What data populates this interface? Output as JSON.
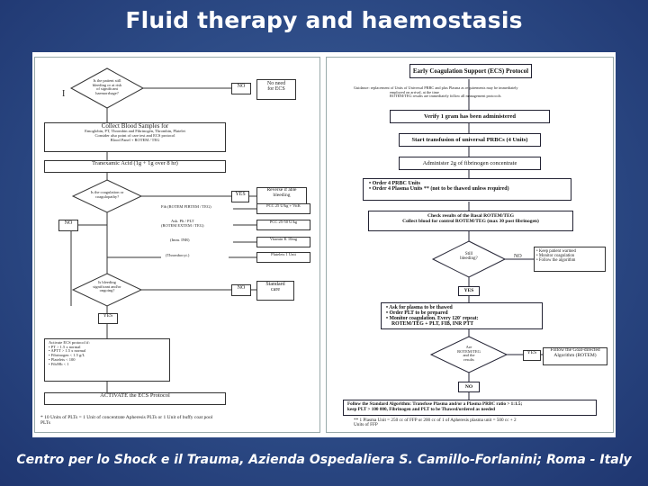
{
  "slide": {
    "title": "Fluid therapy and haemostasis",
    "footer": "Centro per lo Shock e il Trauma, Azienda Ospedaliera S. Camillo-Forlanini; Roma - Italy"
  },
  "left_flow": {
    "marker": "I",
    "d1_l1": "Is the patient still",
    "d1_l2": "bleeding or at risk",
    "d1_l3": "of significant",
    "d1_l4": "haemorrhage?",
    "no1": "NO",
    "no1_action_l1": "No need",
    "no1_action_l2": "for ECS",
    "collect_title": "Collect Blood Samples for",
    "collect_l1": "Emoglobin, PT, Thrombin and Fibrinogen, Thrombin, Platelet",
    "collect_l2": "Consider also point of care test and ECS protocol",
    "collect_l3": "Blood Panel + ROTEM / TEG",
    "tranexamic": "Tranexamic Acid (1g + 1g over 8 hr)",
    "d2_l1": "Is the coagulation or",
    "d2_l2": "coagulopathy?",
    "yes2": "YES",
    "yes2_action_l1": "Reverse if able",
    "yes2_action_l2": "bleeding",
    "r_fibtem": "Fib (ROTEM FIBTEM / TEG)",
    "r_fibtem_action": "PCC 25 U/kg + VitK",
    "no2": "NO",
    "r_extem": "Ask. Plt / PLT",
    "r_extem2": "(ROTEM EXTEM / TEG)",
    "r_extem_action": "PCC 25-50 U/kg",
    "r_inr": "(Imm. INR)",
    "r_inr_action": "Vitamin K 10mg",
    "r_hypo": "(Thrombocyt.)",
    "r_hypo_action": "Platelets 1 Unit",
    "d3_l1": "Is bleeding",
    "d3_l2": "significant and/or",
    "d3_l3": "ongoing?",
    "no3": "NO",
    "no3_action_l1": "Standard",
    "no3_action_l2": "care",
    "yes3": "YES",
    "activate_l0": "Activate ECS protocol if:",
    "activate_l1": "PT > 1.5 x normal",
    "activate_l2": "APTT > 1.5 x normal",
    "activate_l3": "Fibrinogen < 1.5 g/L",
    "activate_l4": "Platelets < 100",
    "activate_l5": "Fib/Hb < 1",
    "activate_box": "ACTIVATE the ECS Protocol",
    "note_l1": "* 10 Units of PLTs = 1 Unit of concentrate Apheresis PLTs or 1 Unit of buffy coat pool",
    "note_l2": "PLTs"
  },
  "right_flow": {
    "header": "Early Coagulation Support (ECS) Protocol",
    "guidance_l1": "Guidance: replacement of Units of Universal PRBC and plus Plasma as requirements may be immediately",
    "guidance_l2": "employed on arrival, at the time",
    "guidance_l3": "ROTEM/TEG results are immediately follow all management protocols",
    "verify": "Verify 1 gram has been administered",
    "start": "Start transfusion of universal PRBCs (4 Units)",
    "fibrinogen": "Administer 2g of fibrinogen concentrate",
    "order1": "Order 4 PRBC Units",
    "order2": "Order 4 Plasma Units ** (not to be thawed unless required)",
    "check_l1": "Check results of the Basal ROTEM/TEG",
    "check_l2": "Collect blood for control ROTEM/TEG (max 30 post fibrinogen)",
    "still_l1": "Still",
    "still_l2": "bleeding?",
    "no_r": "NO",
    "no_r_l1": "Keep patient warmed",
    "no_r_l2": "Monitor coagulation",
    "no_r_l3": "Follow the algorithm",
    "yes_r": "YES",
    "ask_l1": "Ask for plasma to be thawed",
    "ask_l2": "Order PLT to be prepared",
    "ask_l3": "Monitor coagulation. Every 120' repeat:",
    "ask_l4": "ROTEM/TEG + PLT, FIB, INR PTT",
    "ecs_l1": "Are",
    "ecs_l2": "ROTEM/TEG",
    "ecs_l3": "and the",
    "ecs_l4": "results",
    "yes_r2": "YES",
    "yes_r2_l1": "Follow the Goal-directed",
    "yes_r2_l2": "Algorithm (ROTEM)",
    "no_r2": "NO",
    "follow_l1": "Follow the Standard Algorithm: Transfuse Plasma and/or a Plasma PRBC ratio > 1:1.5;",
    "follow_l2": "keep PLT > 100 000, Fibrinogen and PLT to be Thawed/ordered as needed",
    "note_l1": "** 1 Plasma Unit = 250 cc of FFP or 200 cc of 1 of Apheresis plasma unit = 500 cc + 2",
    "note_l2": "Units of FFP"
  }
}
